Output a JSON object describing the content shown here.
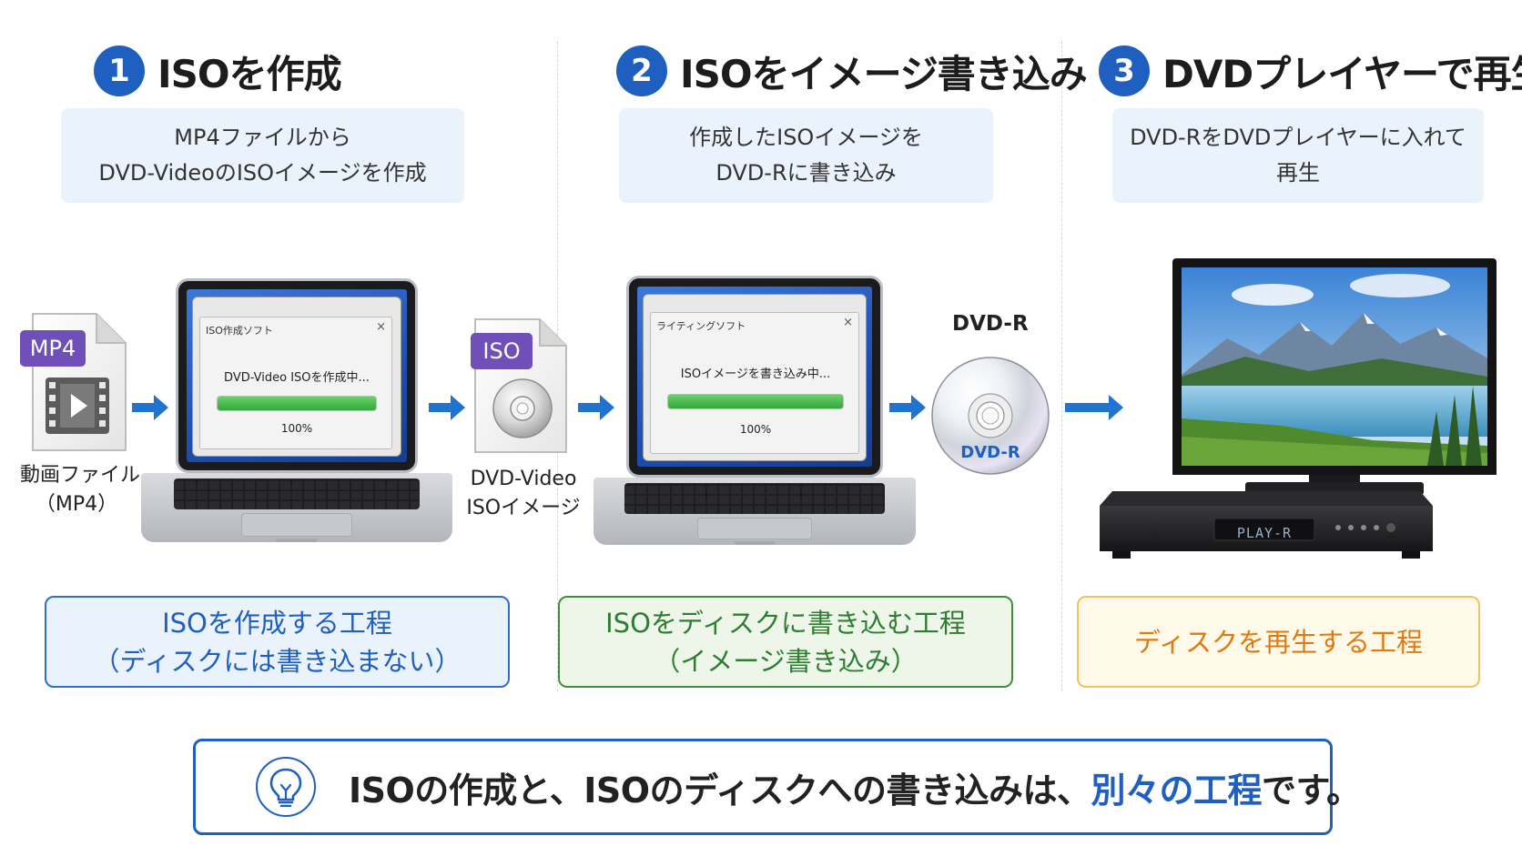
{
  "steps": [
    {
      "num": "1",
      "title": "ISOを作成",
      "desc": [
        "MP4ファイルから",
        "DVD-VideoのISOイメージを作成"
      ]
    },
    {
      "num": "2",
      "title": "ISOをイメージ書き込み",
      "desc": [
        "作成したISOイメージを",
        "DVD-Rに書き込み"
      ]
    },
    {
      "num": "3",
      "title": "DVDプレイヤーで再生",
      "desc": [
        "DVD-RをDVDプレイヤーに入れて",
        "再生"
      ]
    }
  ],
  "items": {
    "mp4_badge": "MP4",
    "mp4_label": [
      "動画ファイル",
      "（MP4）"
    ],
    "iso_badge": "ISO",
    "iso_label": [
      "DVD-Video",
      "ISOイメージ"
    ],
    "dvd_title": "DVD-R",
    "dvd_disc_label": "DVD-R",
    "player_display": "PLAY-R"
  },
  "laptops": [
    {
      "window_title": "ISO作成ソフト",
      "message": "DVD-Video ISOを作成中...",
      "progress": 1.0,
      "percent": "100%",
      "close": "×"
    },
    {
      "window_title": "ライティングソフト",
      "message": "ISOイメージを書き込み中...",
      "progress": 1.0,
      "percent": "100%",
      "close": "×"
    }
  ],
  "processes": [
    {
      "lines": [
        "ISOを作成する工程",
        "（ディスクには書き込まない）"
      ]
    },
    {
      "lines": [
        "ISOをディスクに書き込む工程",
        "（イメージ書き込み）"
      ]
    },
    {
      "lines": [
        "ディスクを再生する工程"
      ]
    }
  ],
  "bottom": {
    "text_before": "ISOの作成と、ISOのディスクへの書き込みは、",
    "highlight": "別々の工程",
    "text_after": "です。"
  },
  "colors": {
    "accent_blue": "#1f5fbf",
    "badge_purple": "#6f4fb8",
    "green": "#2e7d32",
    "orange": "#e07a10"
  },
  "icons": [
    "lightbulb-icon",
    "arrow-right-icon",
    "video-file-icon",
    "disc-file-icon",
    "dvd-disc-icon"
  ]
}
